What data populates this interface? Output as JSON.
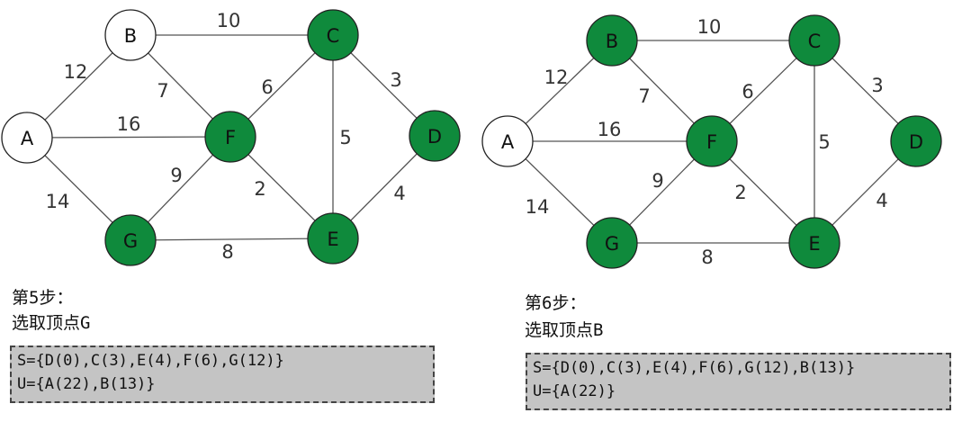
{
  "colors": {
    "visited": "#0f8a3c",
    "unvisited": "#ffffff",
    "stroke": "#222222",
    "edge": "#555555",
    "box": "#c4c4c4"
  },
  "panels": [
    {
      "step_title": "第5步：",
      "step_action": "选取顶点G",
      "S_line": "S={D(0),C(3),E(4),F(6),G(12)}",
      "U_line": "U={A(22),B(13)}",
      "nodes": [
        {
          "id": "A",
          "visited": false
        },
        {
          "id": "B",
          "visited": false
        },
        {
          "id": "C",
          "visited": true
        },
        {
          "id": "D",
          "visited": true
        },
        {
          "id": "E",
          "visited": true
        },
        {
          "id": "F",
          "visited": true
        },
        {
          "id": "G",
          "visited": true
        }
      ]
    },
    {
      "step_title": "第6步：",
      "step_action": "选取顶点B",
      "S_line": "S={D(0),C(3),E(4),F(6),G(12),B(13)}",
      "U_line": "U={A(22)}",
      "nodes": [
        {
          "id": "A",
          "visited": false
        },
        {
          "id": "B",
          "visited": true
        },
        {
          "id": "C",
          "visited": true
        },
        {
          "id": "D",
          "visited": true
        },
        {
          "id": "E",
          "visited": true
        },
        {
          "id": "F",
          "visited": true
        },
        {
          "id": "G",
          "visited": true
        }
      ]
    }
  ],
  "edges": [
    {
      "from": "A",
      "to": "B",
      "weight": "12"
    },
    {
      "from": "A",
      "to": "F",
      "weight": "16"
    },
    {
      "from": "A",
      "to": "G",
      "weight": "14"
    },
    {
      "from": "B",
      "to": "C",
      "weight": "10"
    },
    {
      "from": "B",
      "to": "F",
      "weight": "7"
    },
    {
      "from": "C",
      "to": "F",
      "weight": "6"
    },
    {
      "from": "C",
      "to": "E",
      "weight": "5"
    },
    {
      "from": "C",
      "to": "D",
      "weight": "3"
    },
    {
      "from": "F",
      "to": "G",
      "weight": "9"
    },
    {
      "from": "F",
      "to": "E",
      "weight": "2"
    },
    {
      "from": "G",
      "to": "E",
      "weight": "8"
    },
    {
      "from": "D",
      "to": "E",
      "weight": "4"
    }
  ]
}
